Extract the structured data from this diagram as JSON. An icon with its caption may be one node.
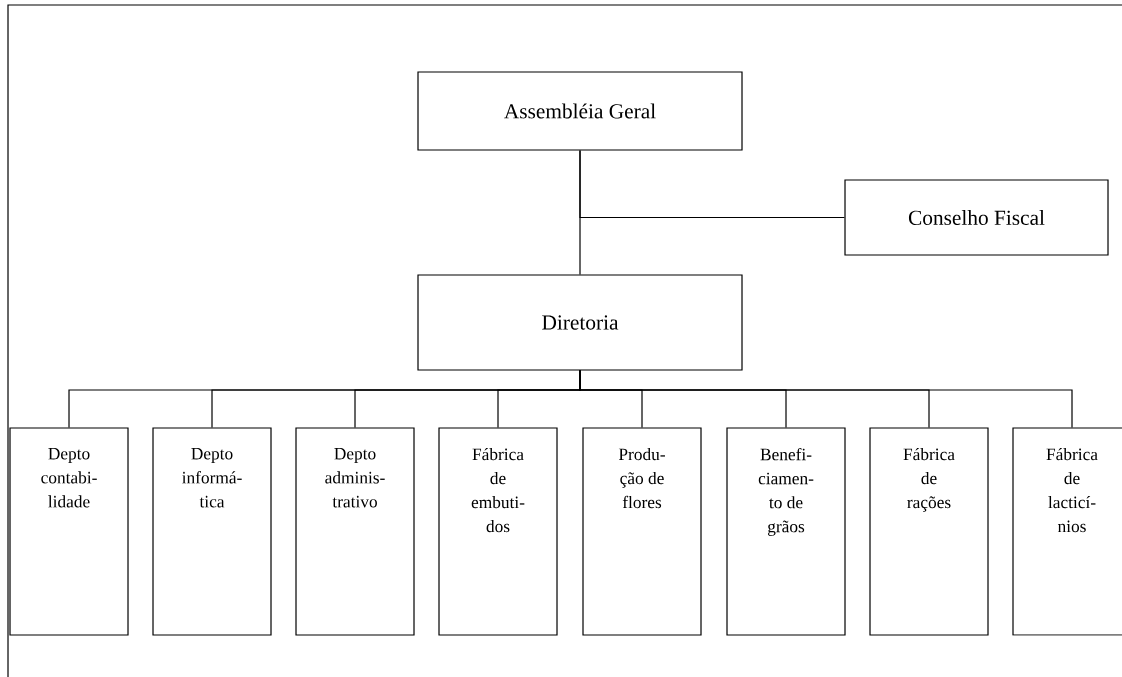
{
  "diagram": {
    "nodes": [
      {
        "text": [
          "Assembléia Geral"
        ]
      },
      {
        "text": [
          "Conselho Fiscal"
        ]
      },
      {
        "text": [
          "Diretoria"
        ]
      },
      {
        "text": [
          "Depto contabi- lidade"
        ]
      },
      {
        "text": [
          "Depto informá- tica"
        ]
      },
      {
        "text": [
          "Depto adminis- trativo"
        ]
      },
      {
        "text": [
          "Fábrica de embuti- dos"
        ]
      },
      {
        "text": [
          "Produ- ção de flores"
        ]
      },
      {
        "text": [
          "Benefi- ciamen- to de grãos"
        ]
      },
      {
        "text": [
          "Fábrica de rações"
        ]
      },
      {
        "text": [
          "Fábrica de lacticí- nios"
        ]
      }
    ],
    "edges": [
      {
        "from": 0,
        "to": 2,
        "arrow": "none"
      },
      {
        "from": 0,
        "to": 1,
        "arrow": "none"
      },
      {
        "from": 2,
        "to": 3,
        "arrow": "none"
      },
      {
        "from": 2,
        "to": 4,
        "arrow": "none"
      },
      {
        "from": 2,
        "to": 5,
        "arrow": "none"
      },
      {
        "from": 2,
        "to": 6,
        "arrow": "none"
      },
      {
        "from": 2,
        "to": 7,
        "arrow": "none"
      },
      {
        "from": 2,
        "to": 8,
        "arrow": "none"
      },
      {
        "from": 2,
        "to": 9,
        "arrow": "none"
      },
      {
        "from": 2,
        "to": 10,
        "arrow": "none"
      }
    ]
  }
}
